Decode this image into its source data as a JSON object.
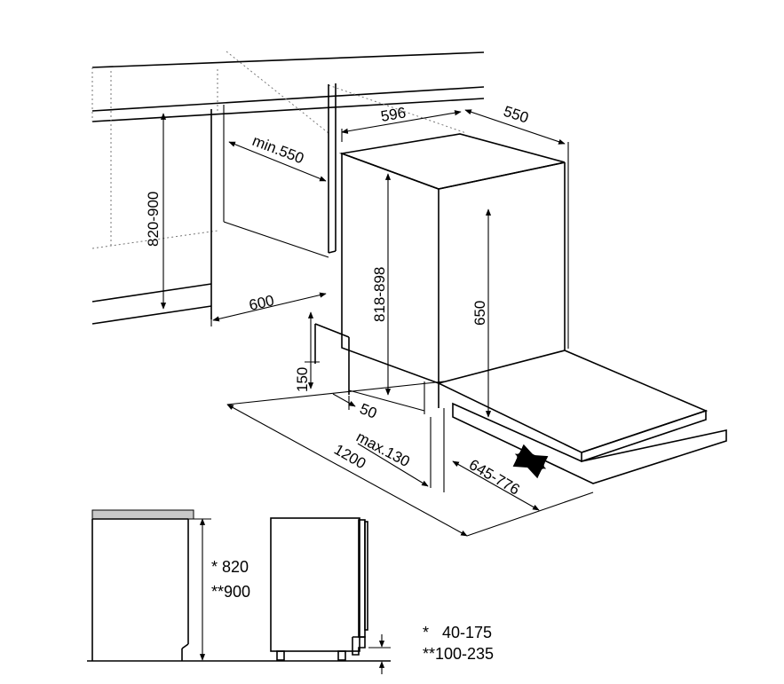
{
  "dimensions": {
    "width_top": "596",
    "depth_top": "550",
    "niche_depth": "min.550",
    "niche_height": "820-900",
    "niche_width": "600",
    "appliance_height": "818-898",
    "door_height": "650",
    "plinth_height": "150",
    "plinth_depth": "50",
    "total_depth": "1200",
    "plinth_recess": "max.130",
    "door_opening": "645-776"
  },
  "side_view": {
    "height_label_1": "* 820",
    "height_label_2": "**900"
  },
  "legend": {
    "line_1": "*   40-175",
    "line_2": "**100-235"
  }
}
